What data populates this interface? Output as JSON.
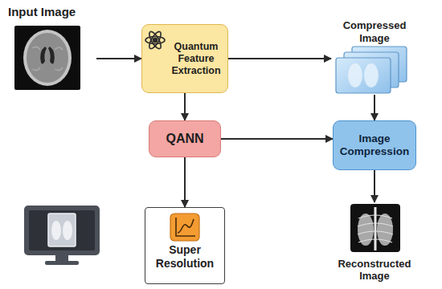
{
  "diagram": {
    "nodes": [
      {
        "text": [
          "Input Image"
        ]
      },
      {
        "text": [
          "Quantum Feature Extraction"
        ]
      },
      {
        "text": [
          "Compressed Image"
        ]
      },
      {
        "text": [
          "QANN"
        ]
      },
      {
        "text": [
          "Image Compression"
        ]
      },
      {
        "text": [
          "Super Resolution"
        ]
      },
      {
        "text": [
          "Reconstructed Image"
        ]
      }
    ],
    "edges": [
      {
        "from": 0,
        "to": 1,
        "arrow": "to"
      },
      {
        "from": 1,
        "to": 2,
        "arrow": "to"
      },
      {
        "from": 1,
        "to": 3,
        "arrow": "to"
      },
      {
        "from": 3,
        "to": 4,
        "arrow": "to"
      },
      {
        "from": 2,
        "to": 4,
        "arrow": "to"
      },
      {
        "from": 3,
        "to": 5,
        "arrow": "to"
      },
      {
        "from": 4,
        "to": 6,
        "arrow": "to"
      }
    ]
  }
}
